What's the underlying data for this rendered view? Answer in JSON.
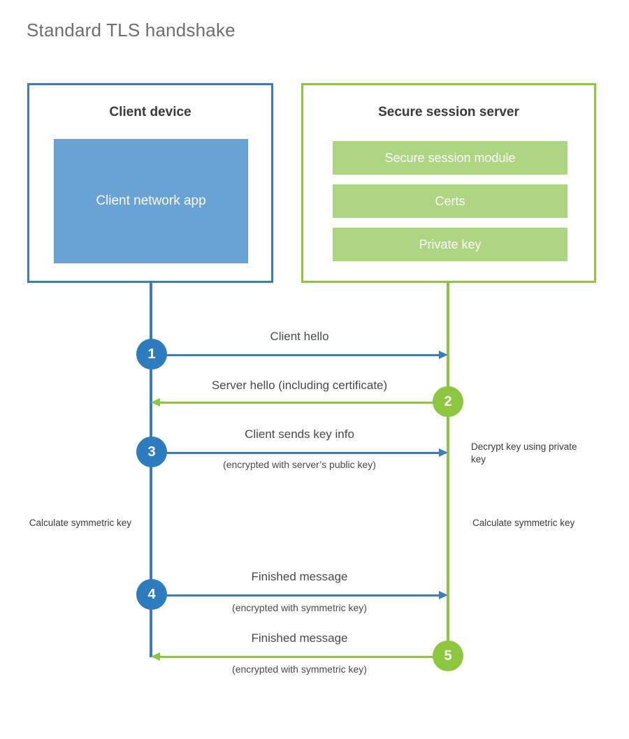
{
  "title": "Standard TLS handshake",
  "colors": {
    "client_blue": "#3B7CBF",
    "client_app_fill": "#69A3D5",
    "step_blue": "#2E7CC0",
    "server_green": "#8DC63F",
    "server_bar_fill": "#AED581",
    "text_dark": "#3a3a3a",
    "title_gray": "#6e6e6e",
    "background": "#ffffff"
  },
  "client": {
    "title": "Client device",
    "app_label": "Client network app"
  },
  "server": {
    "title": "Secure session server",
    "modules": [
      {
        "label": "Secure session module"
      },
      {
        "label": "Certs"
      },
      {
        "label": "Private key"
      }
    ]
  },
  "steps": [
    {
      "number": "1",
      "direction": "client-to-server",
      "label": "Client hello",
      "sub": ""
    },
    {
      "number": "2",
      "direction": "server-to-client",
      "label": "Server hello (including certificate)",
      "sub": ""
    },
    {
      "number": "3",
      "direction": "client-to-server",
      "label": "Client sends key info",
      "sub": "(encrypted with server’s public key)"
    },
    {
      "number": "4",
      "direction": "client-to-server",
      "label": "Finished message",
      "sub": "(encrypted with symmetric key)"
    },
    {
      "number": "5",
      "direction": "server-to-client",
      "label": "Finished message",
      "sub": "(encrypted with symmetric key)"
    }
  ],
  "annotations": {
    "decrypt_key": "Decrypt key using private key",
    "client_calculate": "Calculate symmetric key",
    "server_calculate": "Calculate symmetric key"
  }
}
